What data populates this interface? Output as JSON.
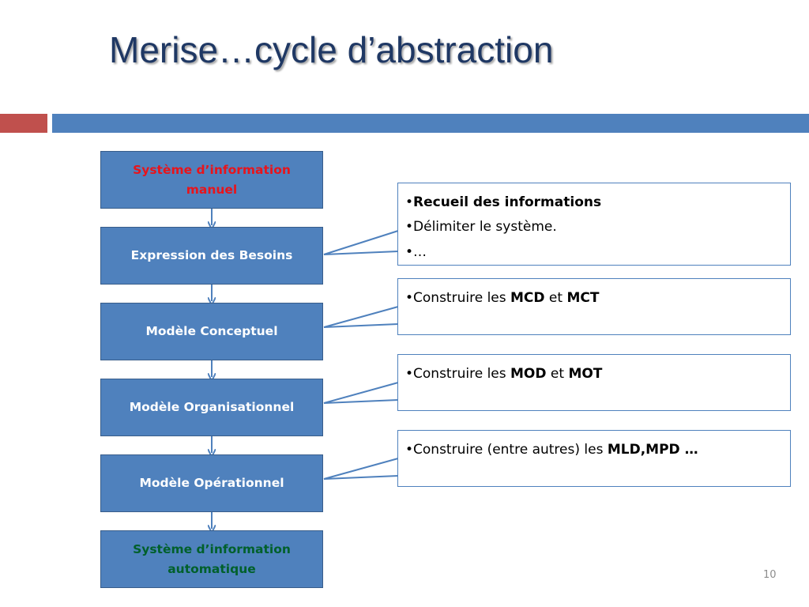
{
  "slide": {
    "title": "Merise…cycle d’abstraction",
    "page_number": "10"
  },
  "steps": [
    {
      "lines": [
        "Système d’information",
        "manuel"
      ],
      "text_color": "#e8141b"
    },
    {
      "lines": [
        "Expression des Besoins"
      ],
      "text_color": "#ffffff"
    },
    {
      "lines": [
        "Modèle Conceptuel"
      ],
      "text_color": "#ffffff"
    },
    {
      "lines": [
        "Modèle Organisationnel"
      ],
      "text_color": "#ffffff"
    },
    {
      "lines": [
        "Modèle Opérationnel"
      ],
      "text_color": "#ffffff"
    },
    {
      "lines": [
        "Système d’information",
        "automatique"
      ],
      "text_color": "#00602b"
    }
  ],
  "notes": {
    "besoins": {
      "line1": {
        "bullet": "•",
        "bold": "Recueil des informations"
      },
      "line2": {
        "bullet": "•",
        "text": "Délimiter le système."
      },
      "line3": {
        "bullet": "•",
        "text": "…"
      }
    },
    "conceptuel": {
      "bullet": "•",
      "pre": "Construire les ",
      "b1": "MCD",
      "mid": " et ",
      "b2": "MCT"
    },
    "organisationnel": {
      "bullet": "•",
      "pre": "Construire les ",
      "b1": "MOD",
      "mid": " et ",
      "b2": "MOT"
    },
    "operationnel": {
      "bullet": "•",
      "pre": "Construire (entre autres) les ",
      "b1": "MLD,MPD …"
    }
  },
  "colors": {
    "title": "#1f3864",
    "box_fill": "#4f81bd",
    "box_border": "#385d8a",
    "accent_red": "#c0504d",
    "accent_blue": "#4f81bd"
  }
}
